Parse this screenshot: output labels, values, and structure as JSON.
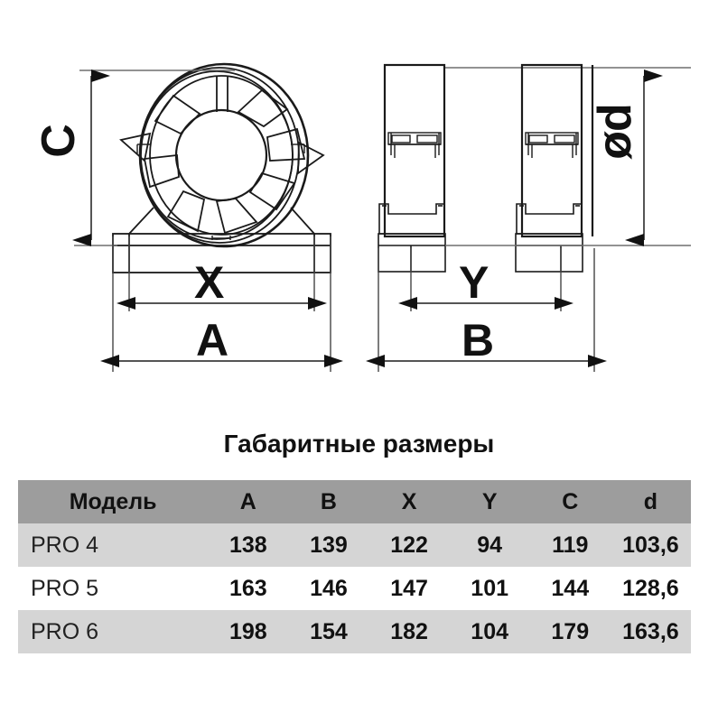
{
  "drawing": {
    "front_view": {
      "dimension_labels": [
        {
          "name": "C",
          "text": "C",
          "orientation": "vertical"
        },
        {
          "name": "X",
          "text": "X",
          "orientation": "horizontal"
        },
        {
          "name": "A",
          "text": "A",
          "orientation": "horizontal"
        }
      ]
    },
    "side_view": {
      "dimension_labels": [
        {
          "name": "d",
          "text": "ød",
          "orientation": "vertical"
        },
        {
          "name": "Y",
          "text": "Y",
          "orientation": "horizontal"
        },
        {
          "name": "B",
          "text": "B",
          "orientation": "horizontal"
        }
      ]
    },
    "labels": {
      "C": "C",
      "diameter_d": "ød",
      "X": "X",
      "A": "A",
      "Y": "Y",
      "B": "B"
    },
    "line_color": "#1a1a1a"
  },
  "table": {
    "title": "Габаритные размеры",
    "header_bg": "#9d9d9d",
    "row_odd_bg": "#d5d5d5",
    "row_even_bg": "#ffffff",
    "columns": [
      "Модель",
      "A",
      "B",
      "X",
      "Y",
      "C",
      "d"
    ],
    "rows": [
      {
        "model": "PRO 4",
        "A": "138",
        "B": "139",
        "X": "122",
        "Y": "94",
        "C": "119",
        "d": "103,6"
      },
      {
        "model": "PRO 5",
        "A": "163",
        "B": "146",
        "X": "147",
        "Y": "101",
        "C": "144",
        "d": "128,6"
      },
      {
        "model": "PRO 6",
        "A": "198",
        "B": "154",
        "X": "182",
        "Y": "104",
        "C": "179",
        "d": "163,6"
      }
    ]
  },
  "chart_data": {
    "type": "table",
    "title": "Габаритные размеры",
    "categories": [
      "PRO 4",
      "PRO 5",
      "PRO 6"
    ],
    "columns": [
      "Модель",
      "A",
      "B",
      "X",
      "Y",
      "C",
      "d"
    ],
    "series": [
      {
        "name": "A",
        "values": [
          138,
          163,
          198
        ]
      },
      {
        "name": "B",
        "values": [
          139,
          146,
          154
        ]
      },
      {
        "name": "X",
        "values": [
          122,
          147,
          182
        ]
      },
      {
        "name": "Y",
        "values": [
          94,
          101,
          104
        ]
      },
      {
        "name": "C",
        "values": [
          119,
          144,
          179
        ]
      },
      {
        "name": "d",
        "values": [
          103.6,
          128.6,
          163.6
        ]
      }
    ],
    "xlabel": "",
    "ylabel": "",
    "grid": false,
    "legend": "none"
  }
}
